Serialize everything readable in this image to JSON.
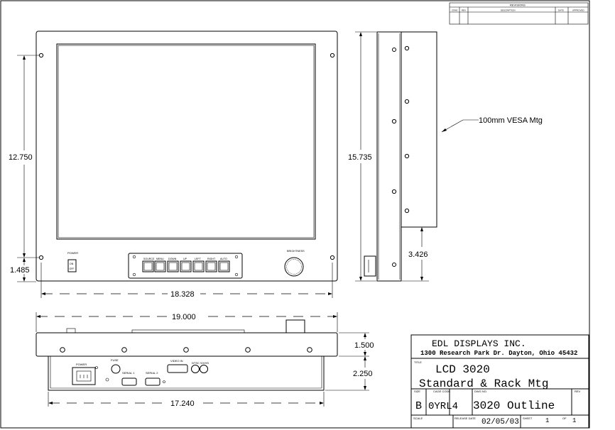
{
  "dims": {
    "front_height": "12.750",
    "lower_offset": "1.485",
    "front_width": "18.328",
    "side_height": "15.735",
    "side_tab": "3.426",
    "bottom_overall_width": "19.000",
    "bottom_panel_width": "17.240",
    "bottom_rail_height": "1.500",
    "bottom_chassis_height": "2.250"
  },
  "callouts": {
    "vesa": "100mm VESA Mtg"
  },
  "front_panel": {
    "power_label": "POWER",
    "switch_on": "ON",
    "switch_off": "OFF",
    "brightness_label": "BRIGHTNESS",
    "buttons": [
      "SOURCE",
      "MENU",
      "DOWN",
      "UP",
      "LEFT",
      "RIGHT",
      "AUTO"
    ]
  },
  "rear_panel": {
    "power": "POWER",
    "fuse": "FUSE",
    "serial1": "SERIAL 1",
    "serial2": "SERIAL 2",
    "video_in": "VIDEO IN",
    "ntsc": "NTSC S/VHS"
  },
  "revision_block": {
    "title": "REVISIONS",
    "cols": [
      "ZONE",
      "REV",
      "DESCRIPTION",
      "DATE",
      "APPROVED"
    ]
  },
  "title_block": {
    "company": "EDL DISPLAYS INC.",
    "address": "1300 Research Park Dr.  Dayton, Ohio 45432",
    "title_label": "TITLE",
    "title_line1": "LCD 3020",
    "title_line2": "Standard & Rack Mtg",
    "size_label": "SIZE",
    "size": "B",
    "cage_label": "CAGE CODE",
    "cage": "0YRL4",
    "dwg_label": "DWG NO.",
    "dwg": "3020 Outline",
    "rev_label": "REV",
    "scale_label": "SCALE",
    "release_label": "RELEASE DATE",
    "release": "02/05/03",
    "sheet_label": "SHEET",
    "sheet": "1",
    "of_label": "OF",
    "of": "1"
  }
}
